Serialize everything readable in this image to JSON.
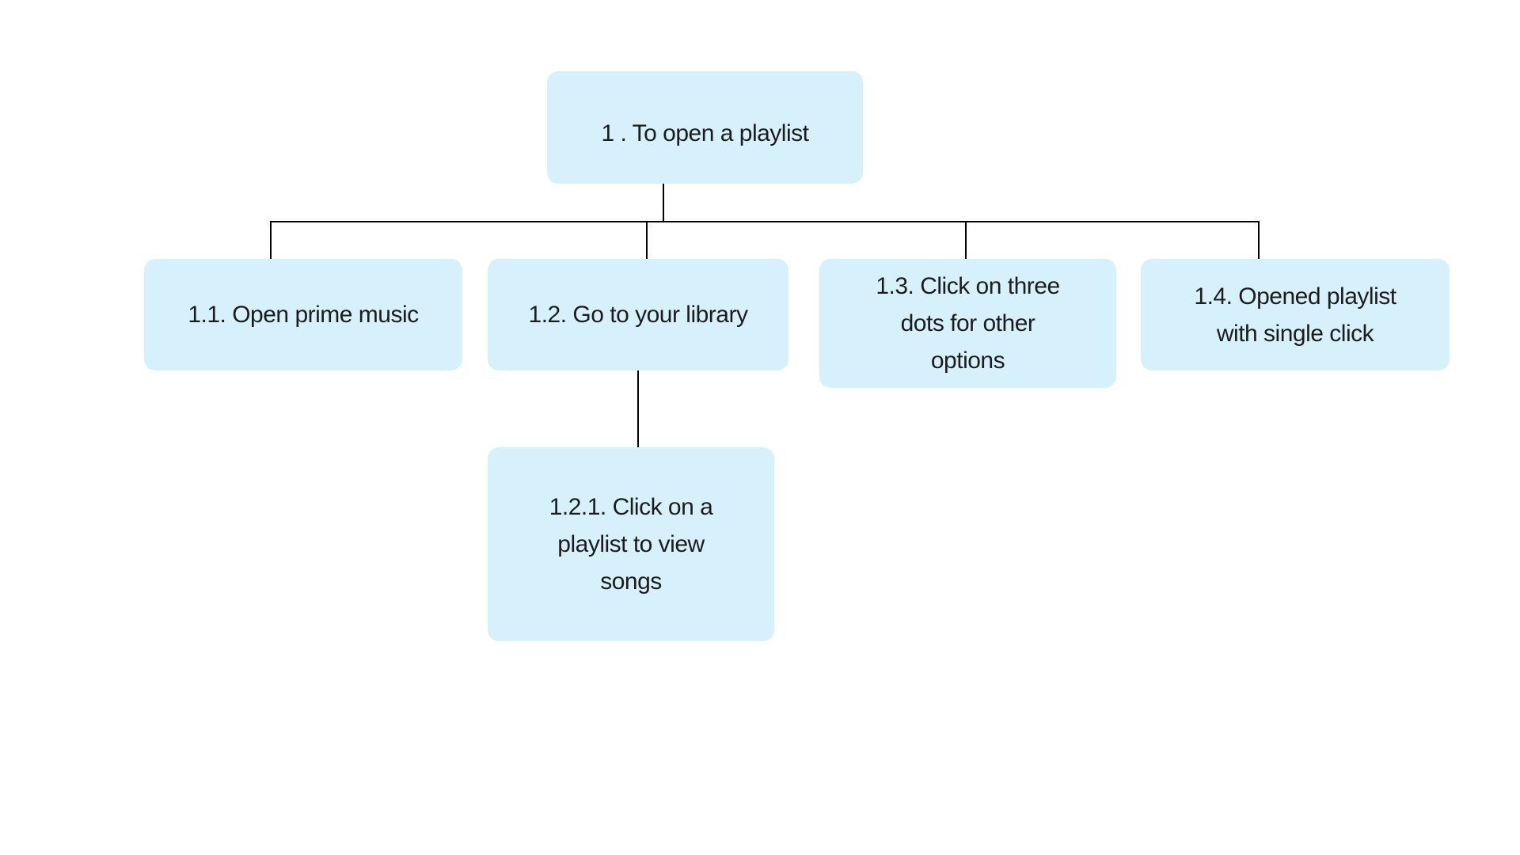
{
  "diagram": {
    "nodes": {
      "root": {
        "label": "1 .   To open a playlist"
      },
      "n1_1": {
        "label": "1.1. Open prime music"
      },
      "n1_2": {
        "label": "1.2. Go to your library"
      },
      "n1_3": {
        "label": "1.3. Click on three\ndots for other\noptions"
      },
      "n1_4": {
        "label": "1.4. Opened playlist\nwith single click"
      },
      "n1_2_1": {
        "label": "1.2.1. Click on a\nplaylist to view\nsongs"
      }
    },
    "edges": [
      {
        "from": "root",
        "to": "1.1"
      },
      {
        "from": "root",
        "to": "1.2"
      },
      {
        "from": "root",
        "to": "1.3"
      },
      {
        "from": "root",
        "to": "1.4"
      },
      {
        "from": "1.2",
        "to": "1.2.1"
      }
    ],
    "colors": {
      "node_fill": "#d7f1fc",
      "connector": "#000000",
      "text": "#1c1c1c"
    }
  }
}
